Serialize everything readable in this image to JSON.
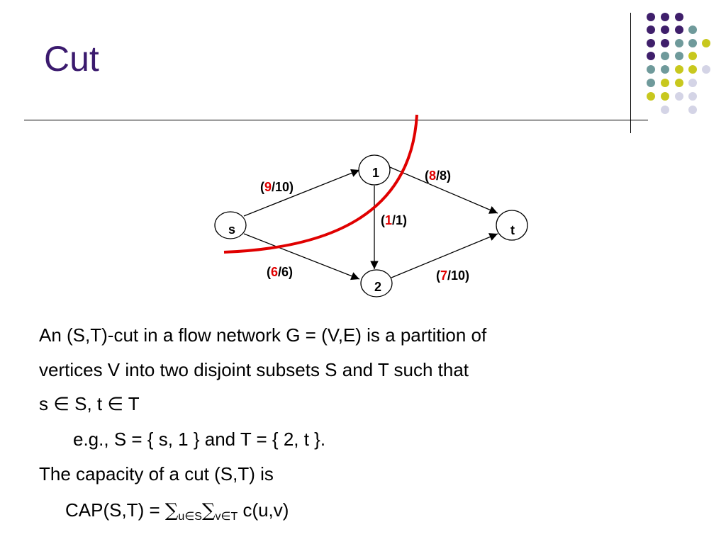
{
  "title": "Cut",
  "colors": {
    "title": "#3b1a6e",
    "cut_curve": "#e00000",
    "flow_value": "#e00000",
    "dot_purple": "#3f1f6b",
    "dot_teal": "#6f9a9b",
    "dot_yellow": "#c8c81e",
    "dot_lavender": "#d4d4e6"
  },
  "diagram": {
    "nodes": {
      "s": "s",
      "n1": "1",
      "n2": "2",
      "t": "t"
    },
    "edges": {
      "s_1": {
        "open": "(",
        "flow": "9",
        "rest": "/10)"
      },
      "s_2": {
        "open": "(",
        "flow": "6",
        "rest": "/6)"
      },
      "1_2": {
        "open": "(",
        "flow": "1",
        "rest": "/1)"
      },
      "1_t": {
        "open": "(",
        "flow": "8",
        "rest": "/8)"
      },
      "2_t": {
        "open": "(",
        "flow": "7",
        "rest": "/10)"
      }
    }
  },
  "body": {
    "line1": "An (S,T)-cut  in a flow network G = (V,E) is a partition of",
    "line2": "vertices V into two disjoint subsets S and T such that",
    "line3": "s ∈ S, t ∈ T",
    "line4": "e.g., S = { s, 1 } and T = { 2, t }.",
    "line5": "The capacity  of a cut (S,T) is",
    "line6": {
      "lhs": "CAP(S,T)  = ",
      "sigma": "∑",
      "sub1": "u∈S",
      "sub2": "v∈T",
      "tail": " c(u,v)"
    }
  }
}
